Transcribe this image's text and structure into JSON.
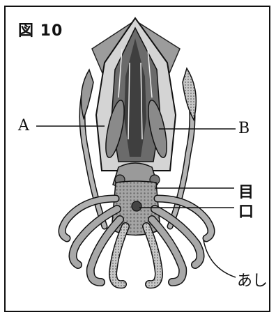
{
  "figure": {
    "title": "図 10",
    "labels": {
      "a": "A",
      "b": "B",
      "eye": "目",
      "mouth": "口",
      "legs": "あし"
    }
  },
  "colors": {
    "ink": "#111111",
    "body_gray": "#9a9a9a",
    "mantle_light": "#cfcfcf",
    "organ_dark": "#555555"
  }
}
